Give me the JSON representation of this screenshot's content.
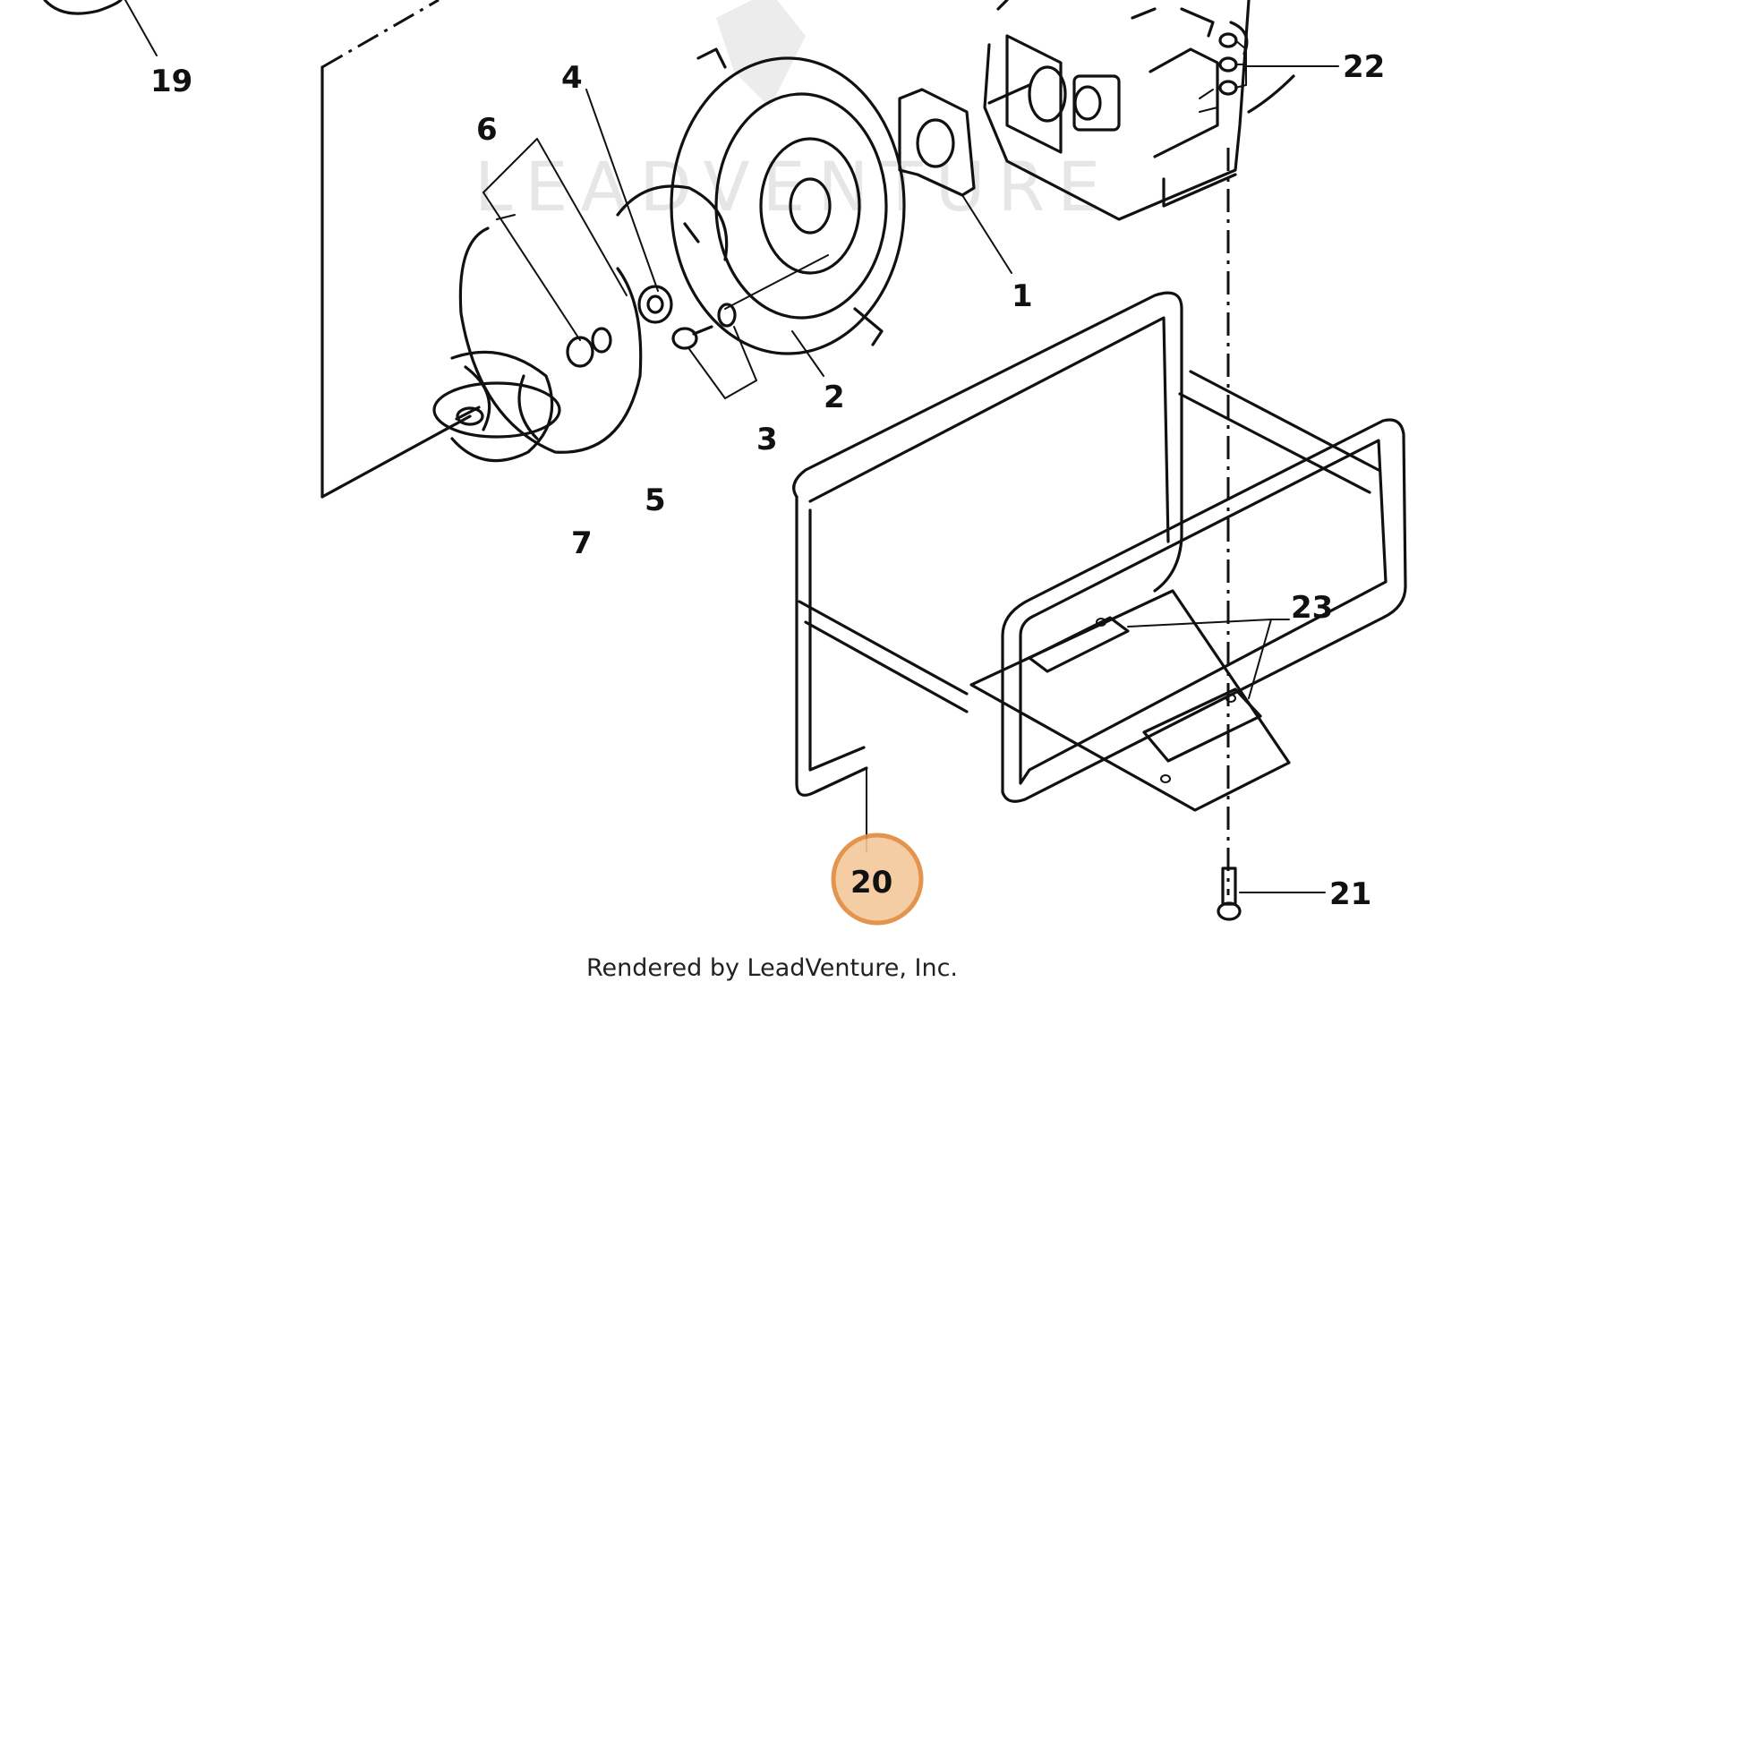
{
  "callouts": {
    "c1": "1",
    "c2": "2",
    "c3": "3",
    "c4": "4",
    "c5": "5",
    "c6": "6",
    "c7": "7",
    "c19": "19",
    "c20": "20",
    "c21": "21",
    "c22": "22",
    "c23": "23"
  },
  "highlighted_callout": "20",
  "watermark": "LEADVENTURE",
  "credit": "Rendered by LeadVenture, Inc.",
  "colors": {
    "highlight_fill": "#f4c89c",
    "highlight_ring": "#e08a3c",
    "line": "#111111"
  }
}
